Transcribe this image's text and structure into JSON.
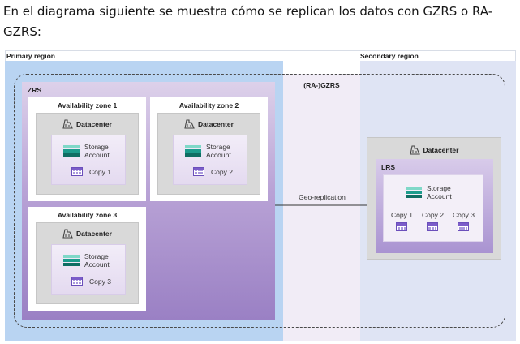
{
  "intro": {
    "line1": "En el diagrama siguiente se muestra cómo se replican los datos con GZRS o RA-",
    "line2": "GZRS:"
  },
  "regions": {
    "primary": "Primary region",
    "secondary": "Secondary region"
  },
  "gzrs_label": "(RA-)GZRS",
  "zrs_label": "ZRS",
  "zones": [
    {
      "title": "Availability zone 1",
      "datacenter": "Datacenter",
      "storage": [
        "Storage",
        "Account"
      ],
      "copy": "Copy 1"
    },
    {
      "title": "Availability zone 2",
      "datacenter": "Datacenter",
      "storage": [
        "Storage",
        "Account"
      ],
      "copy": "Copy 2"
    },
    {
      "title": "Availability zone 3",
      "datacenter": "Datacenter",
      "storage": [
        "Storage",
        "Account"
      ],
      "copy": "Copy 3"
    }
  ],
  "geo_replication_label": "Geo-replication",
  "secondary_dc": {
    "datacenter": "Datacenter",
    "lrs_label": "LRS",
    "storage": [
      "Storage",
      "Account"
    ],
    "copies": [
      "Copy 1",
      "Copy 2",
      "Copy 3"
    ]
  },
  "colors": {
    "primary_region": "#b9d4f2",
    "secondary_region": "#dfe4f4",
    "zrs_purple": "#9a80c4",
    "storage_teal": "#1c9c8c",
    "copy_purple": "#7b5cc9"
  },
  "icons": [
    "datacenter-icon",
    "storage-account-icon",
    "copy-icon",
    "arrow-icon"
  ]
}
